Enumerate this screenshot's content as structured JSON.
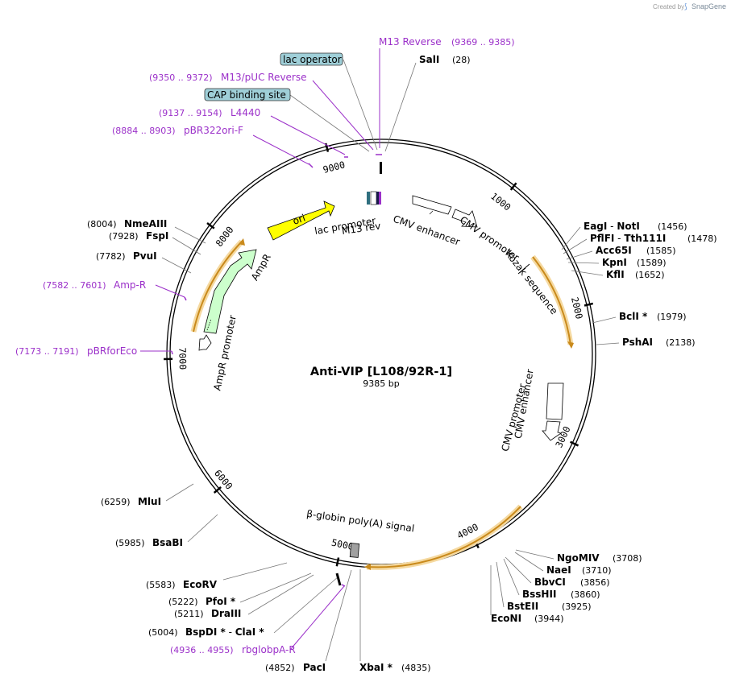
{
  "credit": {
    "prefix": "Created by",
    "brand": "SnapGene"
  },
  "plasmid": {
    "name": "Anti-VIP [L108/92R-1]",
    "length_label": "9385 bp"
  },
  "ticks": [
    "1000",
    "2000",
    "3000",
    "4000",
    "5000",
    "6000",
    "7000",
    "8000",
    "9000"
  ],
  "sites": [
    {
      "name": "SalI",
      "pos": "(28)"
    },
    {
      "name": "EagI",
      "sep": " - ",
      "name2": "NotI",
      "pos": "(1456)"
    },
    {
      "name": "PflFI",
      "sep": " - ",
      "name2": "Tth111I",
      "pos": "(1478)"
    },
    {
      "name": "Acc65I",
      "pos": "(1585)"
    },
    {
      "name": "KpnI",
      "pos": "(1589)"
    },
    {
      "name": "KflI",
      "pos": "(1652)"
    },
    {
      "name": "BclI *",
      "pos": "(1979)"
    },
    {
      "name": "PshAI",
      "pos": "(2138)"
    },
    {
      "name": "NgoMIV",
      "pos": "(3708)"
    },
    {
      "name": "NaeI",
      "pos": "(3710)"
    },
    {
      "name": "BbvCI",
      "pos": "(3856)"
    },
    {
      "name": "BssHII",
      "pos": "(3860)"
    },
    {
      "name": "BstEII",
      "pos": "(3925)"
    },
    {
      "name": "EcoNI",
      "pos": "(3944)"
    },
    {
      "name": "XbaI *",
      "pos": "(4835)"
    },
    {
      "name": "PacI",
      "pos": "(4852)"
    },
    {
      "name": "BspDI *",
      "sep": " - ",
      "name2": "ClaI *",
      "pos": "(5004)"
    },
    {
      "name": "DraIII",
      "pos": "(5211)"
    },
    {
      "name": "PfoI *",
      "pos": "(5222)"
    },
    {
      "name": "EcoRV",
      "pos": "(5583)"
    },
    {
      "name": "BsaBI",
      "pos": "(5985)"
    },
    {
      "name": "MluI",
      "pos": "(6259)"
    },
    {
      "name": "PvuI",
      "pos": "(7782)"
    },
    {
      "name": "FspI",
      "pos": "(7928)"
    },
    {
      "name": "NmeAIII",
      "pos": "(8004)"
    }
  ],
  "primers": [
    {
      "name": "M13 Reverse",
      "pos": "(9369 .. 9385)"
    },
    {
      "name": "M13/pUC Reverse",
      "pos": "(9350 .. 9372)"
    },
    {
      "name": "L4440",
      "pos": "(9137 .. 9154)"
    },
    {
      "name": "pBR322ori-F",
      "pos": "(8884 .. 8903)"
    },
    {
      "name": "Amp-R",
      "pos": "(7582 .. 7601)"
    },
    {
      "name": "pBRforEco",
      "pos": "(7173 .. 7191)"
    },
    {
      "name": "rbglobpA-R",
      "pos": "(4936 .. 4955)"
    }
  ],
  "boxed_features": [
    "lac operator",
    "CAP binding site"
  ],
  "features": {
    "ori": "ori",
    "ampr": "AmpR",
    "ampr_promoter": "AmpR promoter",
    "lac_promoter": "lac promoter",
    "m13_rev": "M13 rev",
    "cmv_enhancer_1": "CMV enhancer",
    "cmv_promoter_1": "CMV promoter",
    "kozak": "Kozak sequence",
    "cmv_enhancer_2": "CMV enhancer",
    "cmv_promoter_2": "CMV promoter",
    "polya": "β-globin poly(A) signal"
  },
  "colors": {
    "primer": "#9b30c9",
    "ori": "#ffff00",
    "ampr": "#ccffcc",
    "orf_glow": "#f5d9a0",
    "orf": "#c98a1c",
    "cap_box": "#9fcfd8"
  }
}
